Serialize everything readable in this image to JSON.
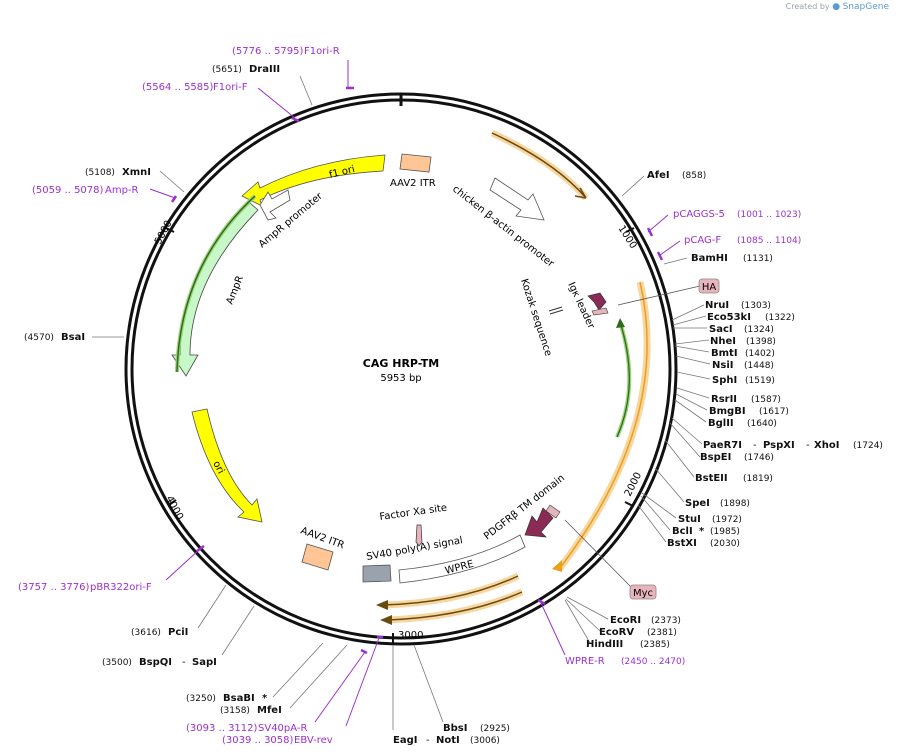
{
  "credit": {
    "created_by": "Created by",
    "brand": "SnapGene"
  },
  "plasmid": {
    "name": "CAG HRP-TM",
    "length": "5953 bp"
  },
  "colors": {
    "backbone": "#111111",
    "primer": "#9b30d0",
    "orange": "#e9a11a",
    "yellow": "#ffff00",
    "green": "#57b034",
    "amp": "#c8f7c8",
    "itr": "#ffc594",
    "maroon": "#8b2a55",
    "pink": "#e8b4bc",
    "grey": "#9aa3ad"
  },
  "ticks": [
    "1000",
    "2000",
    "3000",
    "4000",
    "5000"
  ],
  "features": {
    "f1ori": "f1 ori",
    "aav2itr_top": "AAV2 ITR",
    "chicken": "chicken β-actin promoter",
    "ampr_promoter": "AmpR promoter",
    "ampr": "AmpR",
    "kozak": "Kozak sequence",
    "igk": "Igκ leader",
    "ori": "ori",
    "factorxa": "Factor Xa site",
    "pdgfr": "PDGFRβ TM domain",
    "aav2itr_bottom": "AAV2 ITR",
    "sv40": "SV40 poly(A) signal",
    "wpre": "WPRE",
    "ha": "HA",
    "myc": "Myc"
  },
  "sites": {
    "f1ori_r": {
      "range": "(5776 .. 5795)",
      "name": "F1ori-R"
    },
    "draiii": {
      "pos": "(5651)",
      "name": "DraIII"
    },
    "f1ori_f": {
      "range": "(5564 .. 5585)",
      "name": "F1ori-F"
    },
    "xmni": {
      "pos": "(5108)",
      "name": "XmnI"
    },
    "amp_r": {
      "range": "(5059 .. 5078)",
      "name": "Amp-R"
    },
    "bsai": {
      "pos": "(4570)",
      "name": "BsaI"
    },
    "pbr322": {
      "range": "(3757 .. 3776)",
      "name": "pBR322ori-F"
    },
    "pcii": {
      "pos": "(3616)",
      "name": "PciI"
    },
    "bspqi": {
      "pos": "(3500)",
      "name": "BspQI",
      "name2": "SapI"
    },
    "bsabi": {
      "pos": "(3250)",
      "name": "BsaBI",
      "star": "*"
    },
    "mfei": {
      "pos": "(3158)",
      "name": "MfeI"
    },
    "sv40pa_r": {
      "range": "(3093 .. 3112)",
      "name": "SV40pA-R"
    },
    "ebv_rev": {
      "range": "(3039 .. 3058)",
      "name": "EBV-rev"
    },
    "bbsi": {
      "pos": "(2925)",
      "name": "BbsI"
    },
    "eagi": {
      "pos": "(3006)",
      "name": "EagI",
      "name2": "NotI"
    },
    "afei": {
      "pos": "(858)",
      "name": "AfeI"
    },
    "pcaggs5": {
      "range": "(1001 .. 1023)",
      "name": "pCAGGS-5"
    },
    "pcagf": {
      "range": "(1085 .. 1104)",
      "name": "pCAG-F"
    },
    "bamhi": {
      "pos": "(1131)",
      "name": "BamHI"
    },
    "nrui": {
      "pos": "(1303)",
      "name": "NruI"
    },
    "eco53ki": {
      "pos": "(1322)",
      "name": "Eco53kI"
    },
    "saci": {
      "pos": "(1324)",
      "name": "SacI"
    },
    "nhei": {
      "pos": "(1398)",
      "name": "NheI"
    },
    "bmti": {
      "pos": "(1402)",
      "name": "BmtI"
    },
    "nsii": {
      "pos": "(1448)",
      "name": "NsiI"
    },
    "sphi": {
      "pos": "(1519)",
      "name": "SphI"
    },
    "rsrii": {
      "pos": "(1587)",
      "name": "RsrII"
    },
    "bmgbi": {
      "pos": "(1617)",
      "name": "BmgBI"
    },
    "bglii": {
      "pos": "(1640)",
      "name": "BglII"
    },
    "paer7i": {
      "pos": "(1724)",
      "name": "PaeR7I",
      "name2": "PspXI",
      "name3": "XhoI"
    },
    "bspei": {
      "pos": "(1746)",
      "name": "BspEI"
    },
    "bsteii": {
      "pos": "(1819)",
      "name": "BstEII"
    },
    "spei": {
      "pos": "(1898)",
      "name": "SpeI"
    },
    "stui": {
      "pos": "(1972)",
      "name": "StuI"
    },
    "bcli": {
      "pos": "(1985)",
      "name": "BclI",
      "star": "*"
    },
    "bstxi": {
      "pos": "(2030)",
      "name": "BstXI"
    },
    "ecori": {
      "pos": "(2373)",
      "name": "EcoRI"
    },
    "ecorv": {
      "pos": "(2381)",
      "name": "EcoRV"
    },
    "hindiii": {
      "pos": "(2385)",
      "name": "HindIII"
    },
    "wpre_r": {
      "range": "(2450 .. 2470)",
      "name": "WPRE-R"
    }
  }
}
